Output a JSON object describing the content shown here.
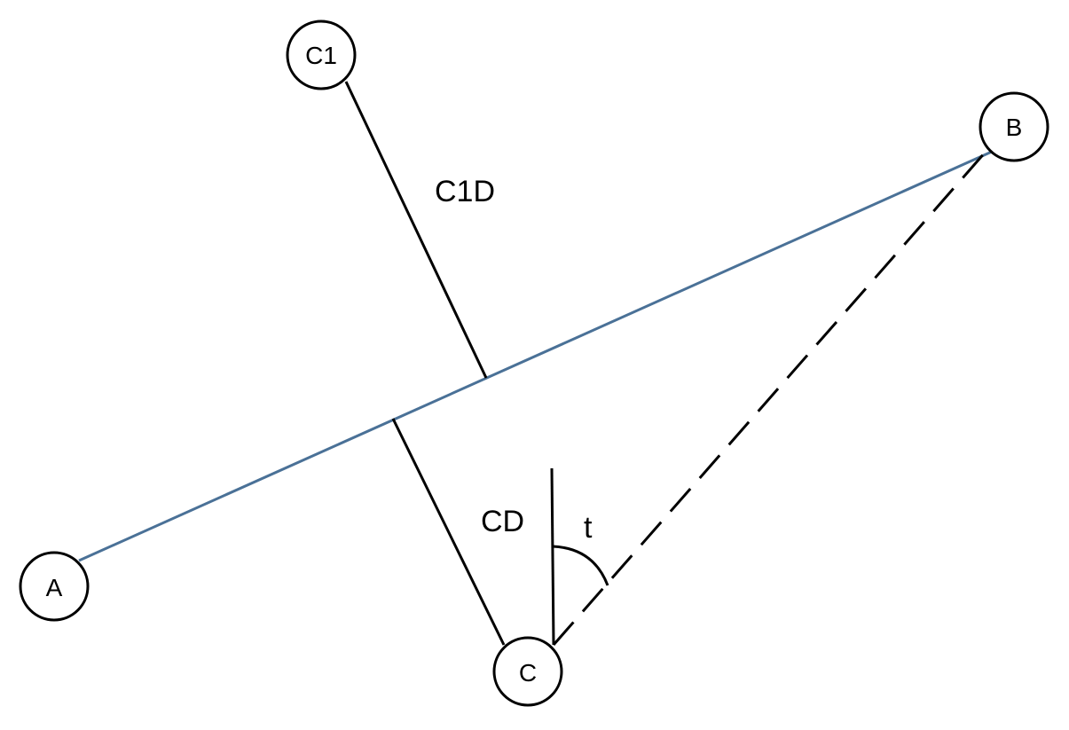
{
  "diagram": {
    "nodes": {
      "a": {
        "label": "A"
      },
      "b": {
        "label": "B"
      },
      "c": {
        "label": "C"
      },
      "c1": {
        "label": "C1"
      }
    },
    "edge_labels": {
      "c1d": "C1D",
      "cd": "CD",
      "angle_t": "t"
    },
    "colors": {
      "segment_ab": "#4a7197",
      "lines": "#000000"
    }
  }
}
